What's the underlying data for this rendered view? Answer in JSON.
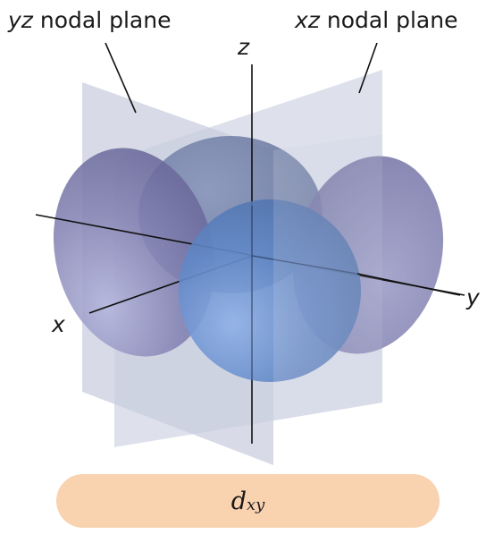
{
  "labels": {
    "yz_plane_var": "yz",
    "yz_plane_text": " nodal plane",
    "xz_plane_var": "xz",
    "xz_plane_text": " nodal plane",
    "z_axis": "z",
    "y_axis": "y",
    "x_axis": "x"
  },
  "caption": {
    "base": "d",
    "subscript": "xy"
  },
  "colors": {
    "plane_fill": "#c5cadc",
    "back_lobe": "#6f7fa8",
    "side_lobe": "#8786b6",
    "front_lobe": "#5f86c4",
    "axis": "#111111",
    "caption_bg": "#f9d2b0"
  }
}
